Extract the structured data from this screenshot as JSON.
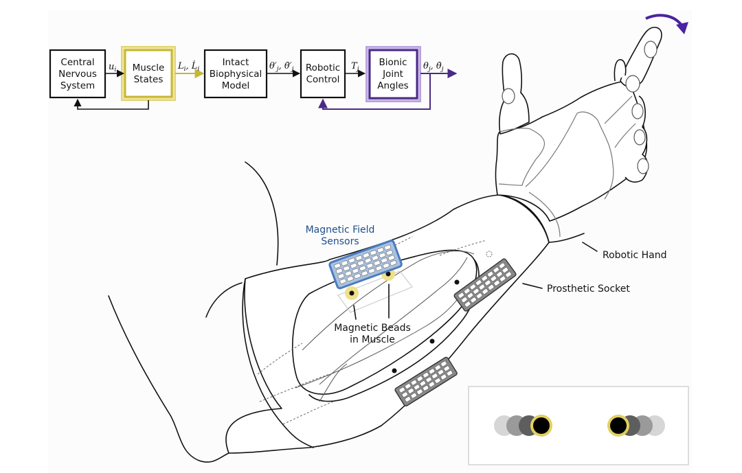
{
  "block_diagram": {
    "blocks": [
      {
        "id": "cns",
        "lines": [
          "Central",
          "Nervous",
          "System"
        ],
        "highlight": "none"
      },
      {
        "id": "muscle",
        "lines": [
          "Muscle",
          "States"
        ],
        "highlight": "yellow"
      },
      {
        "id": "biophys",
        "lines": [
          "Intact",
          "Biophysical",
          "Model"
        ],
        "highlight": "none"
      },
      {
        "id": "robotic",
        "lines": [
          "Robotic",
          "Control"
        ],
        "highlight": "none"
      },
      {
        "id": "bionic",
        "lines": [
          "Bionic",
          "Joint",
          "Angles"
        ],
        "highlight": "purple"
      }
    ],
    "signals": {
      "u": "u",
      "u_sub": "i",
      "L": "L",
      "L_sub": "i",
      "sep1": ", ",
      "Ldot": "L̇",
      "Ldot_sub": "i",
      "theta_p": "θ′",
      "theta_p_sub": "j",
      "sep2": ", ",
      "thetadot_p": "θ̇′",
      "thetadot_p_sub": "j",
      "T": "T",
      "T_sub": "j",
      "theta": "θ",
      "theta_sub": "j",
      "sep3": ", ",
      "thetadot": "θ̇",
      "thetadot_sub": "j"
    }
  },
  "illustration": {
    "labels": {
      "sensors_line1": "Magnetic Field",
      "sensors_line2": "Sensors",
      "beads_line1": "Magnetic Beads",
      "beads_line2": "in Muscle",
      "robotic_hand": "Robotic Hand",
      "prosthetic_socket": "Prosthetic Socket"
    }
  },
  "colors": {
    "muscle_highlight": "#e8dc7a",
    "muscle_border": "#c6b733",
    "bionic_highlight": "#b9a3dc",
    "bionic_border": "#4a2a86",
    "sensor_blue": "#4a7bbd",
    "sensor_label_blue": "#1f4e8c",
    "bead_ring": "#efe08a",
    "rotation_arrow": "#4b22a0"
  },
  "inset": {
    "description_icon": "bead-displacement-icon"
  }
}
